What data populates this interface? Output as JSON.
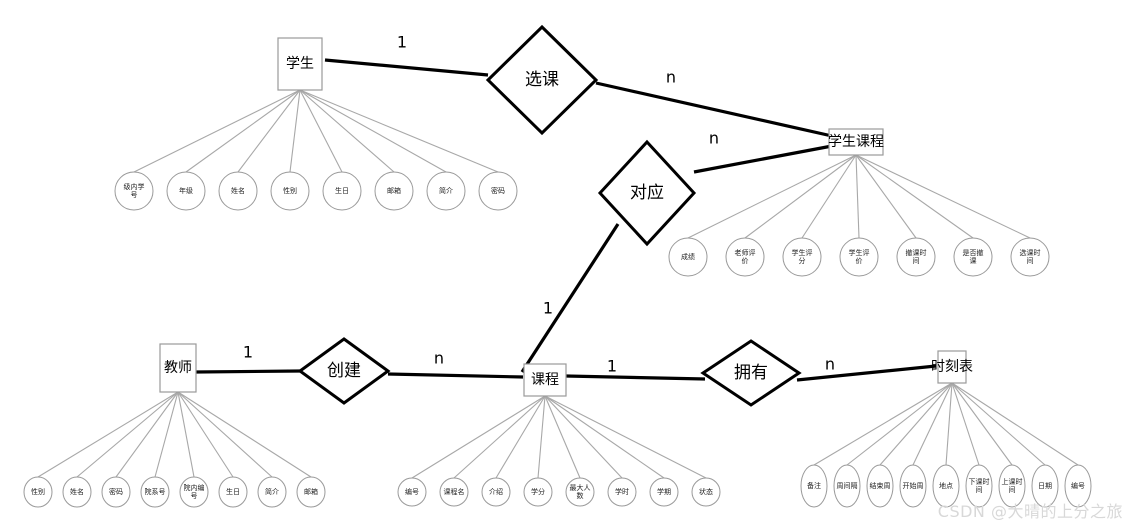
{
  "entities": [
    {
      "id": "student",
      "label": "学生",
      "attributes": [
        "级内学号",
        "年级",
        "姓名",
        "性别",
        "生日",
        "邮箱",
        "简介",
        "密码"
      ]
    },
    {
      "id": "student_course",
      "label": "学生课程",
      "attributes": [
        "成绩",
        "老师评价",
        "学生评分",
        "学生评价",
        "撤课时间",
        "是否撤课",
        "选课时间"
      ]
    },
    {
      "id": "teacher",
      "label": "教师",
      "attributes": [
        "性别",
        "姓名",
        "密码",
        "院系号",
        "院内编号",
        "生日",
        "简介",
        "邮箱"
      ]
    },
    {
      "id": "course",
      "label": "课程",
      "attributes": [
        "编号",
        "课程名",
        "介绍",
        "学分",
        "最大人数",
        "学时",
        "学期",
        "状态"
      ]
    },
    {
      "id": "timetable",
      "label": "时刻表",
      "attributes": [
        "备注",
        "周间隔",
        "结束周",
        "开始周",
        "地点",
        "下课时间",
        "上课时间",
        "日期",
        "编号"
      ]
    }
  ],
  "relationships": [
    {
      "id": "select",
      "label": "选课",
      "from": "student",
      "to": "student_course",
      "from_card": "1",
      "to_card": "n"
    },
    {
      "id": "correspond",
      "label": "对应",
      "from": "course",
      "to": "student_course",
      "from_card": "1",
      "to_card": "n"
    },
    {
      "id": "create",
      "label": "创建",
      "from": "teacher",
      "to": "course",
      "from_card": "1",
      "to_card": "n"
    },
    {
      "id": "own",
      "label": "拥有",
      "from": "course",
      "to": "timetable",
      "from_card": "1",
      "to_card": "n"
    }
  ],
  "watermark": "CSDN @大晴的上分之旅"
}
